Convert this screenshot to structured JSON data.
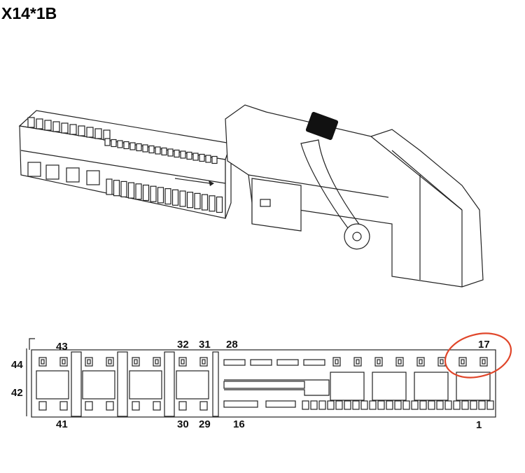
{
  "title": "X14*1B",
  "pin_labels": {
    "p43": "43",
    "p44": "44",
    "p42": "42",
    "p41": "41",
    "p32": "32",
    "p31": "31",
    "p30": "30",
    "p29": "29",
    "p28": "28",
    "p16": "16",
    "p17": "17",
    "p1": "1"
  },
  "colors": {
    "highlight": "#e0462a",
    "line": "#222222"
  }
}
